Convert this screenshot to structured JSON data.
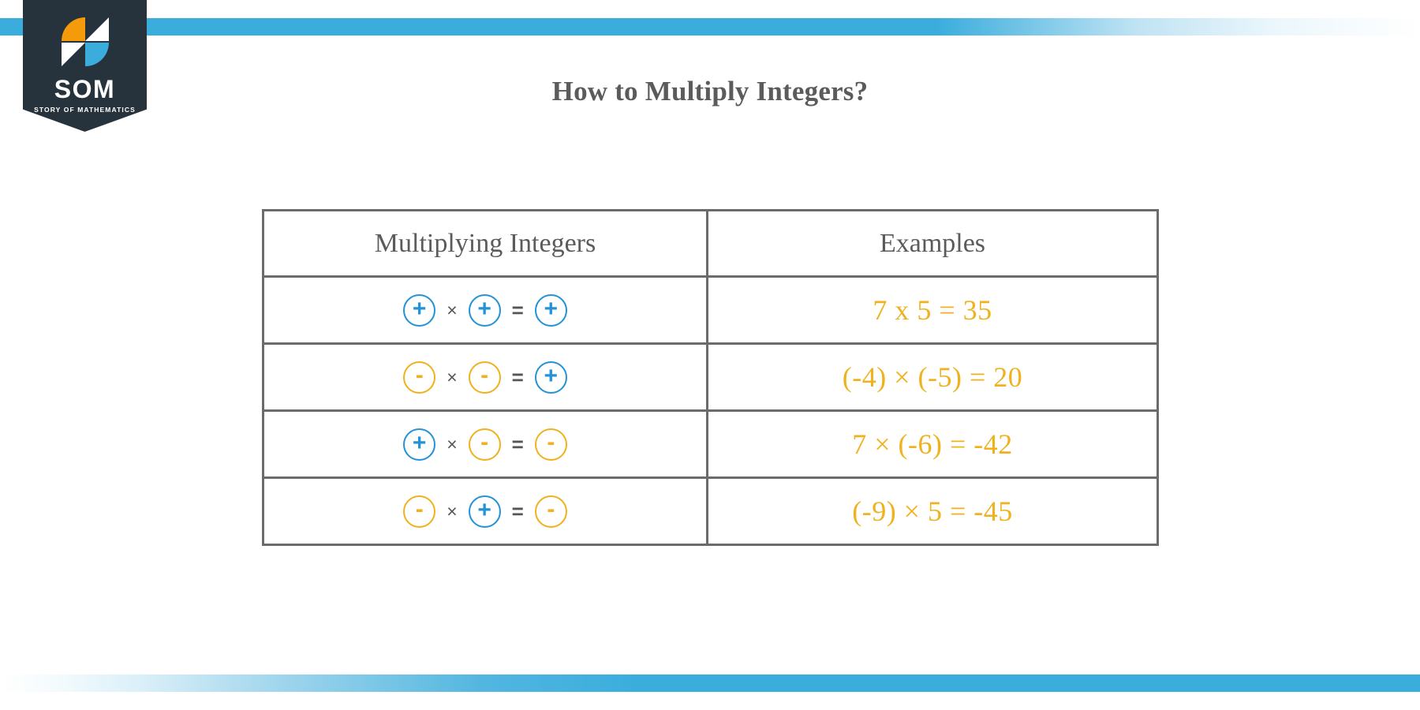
{
  "brand": {
    "name": "SOM",
    "tagline": "STORY OF MATHEMATICS",
    "banner_color": "#27333c",
    "mark_orange": "#f59b0b",
    "mark_blue": "#3aaddd",
    "mark_white": "#ffffff"
  },
  "decor": {
    "accent_blue": "#3aaddd"
  },
  "title": "How to Multiply Integers?",
  "table": {
    "headers": {
      "rule": "Multiplying Integers",
      "example": "Examples"
    },
    "colors": {
      "positive": "#2492d6",
      "negative": "#f0b11e",
      "operator": "#555555",
      "border": "#6b6b6b"
    },
    "rows": [
      {
        "a_sign": "+",
        "times": "×",
        "b_sign": "+",
        "equals": "=",
        "result_sign": "+",
        "a_type": "pos",
        "b_type": "pos",
        "result_type": "pos",
        "example": "7 x 5 = 35"
      },
      {
        "a_sign": "-",
        "times": "×",
        "b_sign": "-",
        "equals": "=",
        "result_sign": "+",
        "a_type": "neg",
        "b_type": "neg",
        "result_type": "pos",
        "example": "(-4) × (-5) = 20"
      },
      {
        "a_sign": "+",
        "times": "×",
        "b_sign": "-",
        "equals": "=",
        "result_sign": "-",
        "a_type": "pos",
        "b_type": "neg",
        "result_type": "neg",
        "example": "7 × (-6) = -42"
      },
      {
        "a_sign": "-",
        "times": "×",
        "b_sign": "+",
        "equals": "=",
        "result_sign": "-",
        "a_type": "neg",
        "b_type": "pos",
        "result_type": "neg",
        "example": "(-9) × 5 = -45"
      }
    ]
  }
}
